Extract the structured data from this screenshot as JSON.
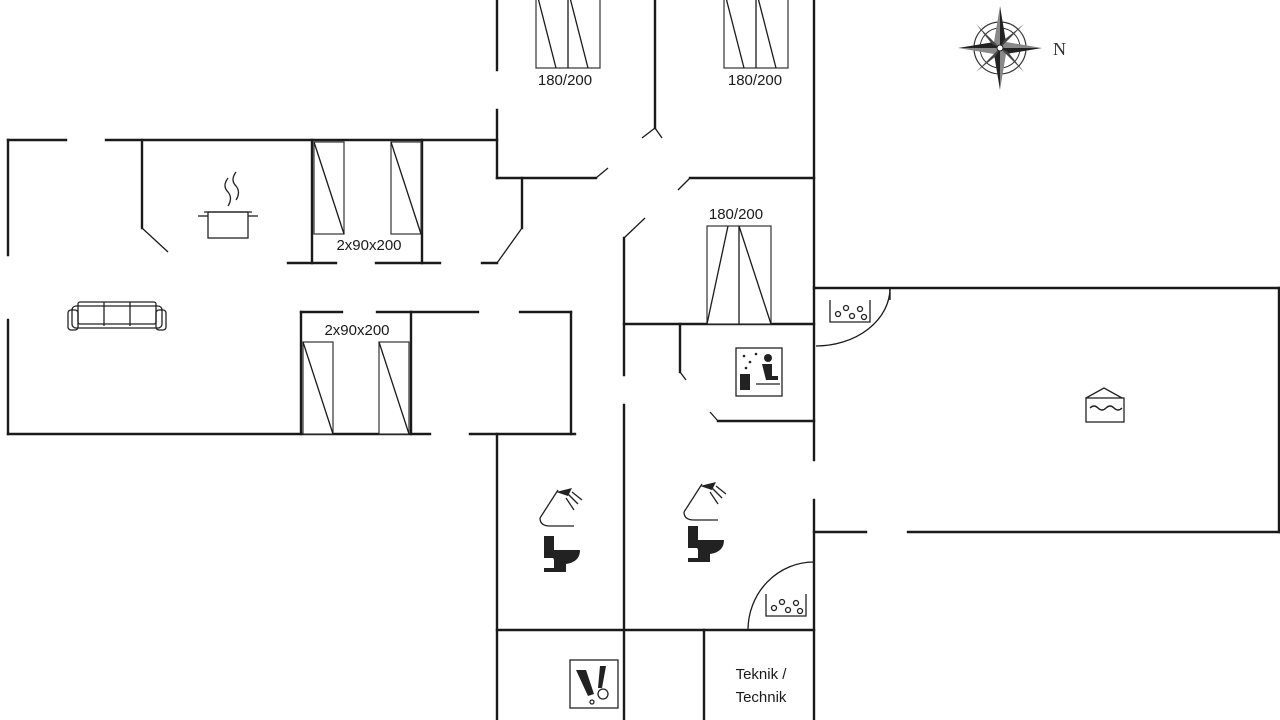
{
  "plan": {
    "bed_labels": {
      "top_left": "180/200",
      "top_right": "180/200",
      "middle_right": "180/200",
      "kitchen_side": "2x90x200",
      "living_side": "2x90x200"
    },
    "rooms": {
      "technik_line1": "Teknik /",
      "technik_line2": "Technik"
    },
    "compass": {
      "north": "N"
    }
  }
}
